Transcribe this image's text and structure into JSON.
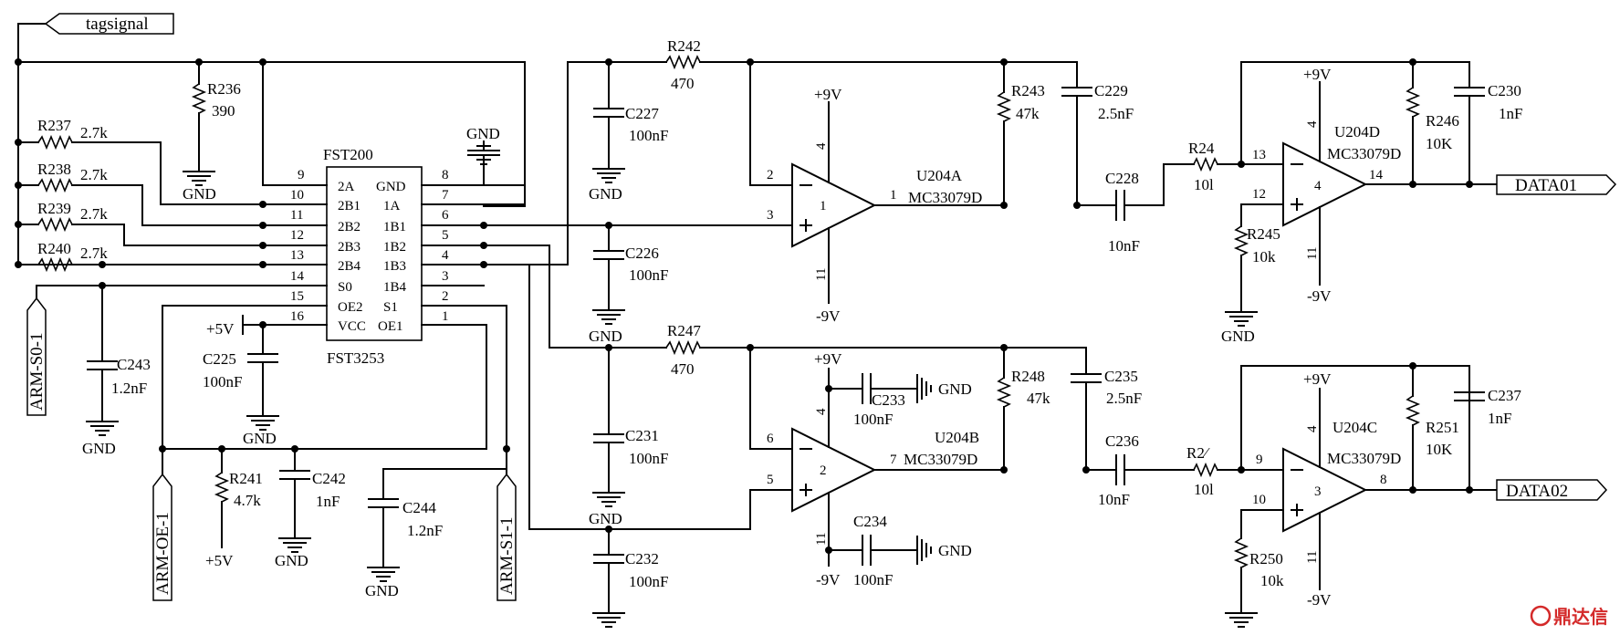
{
  "ports": {
    "tagsignal": "tagsignal",
    "arm_s0": "ARM-S0-1",
    "arm_oe": "ARM-OE-1",
    "arm_s1": "ARM-S1-1",
    "data01": "DATA01",
    "data02": "DATA02"
  },
  "power": {
    "gnd": "GND",
    "p5v": "+5V",
    "p9v": "+9V",
    "n9v": "-9V"
  },
  "ic": {
    "name": "FST200",
    "part": "FST3253",
    "pins_left": [
      {
        "num": "9",
        "name": "2A"
      },
      {
        "num": "10",
        "name": "2B1"
      },
      {
        "num": "11",
        "name": "2B2"
      },
      {
        "num": "12",
        "name": "2B3"
      },
      {
        "num": "13",
        "name": "2B4"
      },
      {
        "num": "14",
        "name": "S0"
      },
      {
        "num": "15",
        "name": "OE2"
      },
      {
        "num": "16",
        "name": "VCC"
      }
    ],
    "pins_right": [
      {
        "num": "8",
        "name": "GND"
      },
      {
        "num": "7",
        "name": "1A"
      },
      {
        "num": "6",
        "name": "1B1"
      },
      {
        "num": "5",
        "name": "1B2"
      },
      {
        "num": "4",
        "name": "1B3"
      },
      {
        "num": "3",
        "name": "1B4"
      },
      {
        "num": "2",
        "name": "S1"
      },
      {
        "num": "1",
        "name": "OE1"
      }
    ]
  },
  "resistors": {
    "r236": {
      "ref": "R236",
      "val": "390"
    },
    "r237": {
      "ref": "R237",
      "val": "2.7k"
    },
    "r238": {
      "ref": "R238",
      "val": "2.7k"
    },
    "r239": {
      "ref": "R239",
      "val": "2.7k"
    },
    "r240": {
      "ref": "R240",
      "val": "2.7k"
    },
    "r241": {
      "ref": "R241",
      "val": "4.7k"
    },
    "r242": {
      "ref": "R242",
      "val": "470"
    },
    "r247": {
      "ref": "R247",
      "val": "470"
    },
    "r243": {
      "ref": "R243",
      "val": "47k"
    },
    "r248": {
      "ref": "R248",
      "val": "47k"
    },
    "r24a": {
      "ref": "R24",
      "val": "10l"
    },
    "r24b": {
      "ref": "R2⁄",
      "val": "10l"
    },
    "r245": {
      "ref": "R245",
      "val": "10k"
    },
    "r250": {
      "ref": "R250",
      "val": "10k"
    },
    "r246": {
      "ref": "R246",
      "val": "10K"
    },
    "r251": {
      "ref": "R251",
      "val": "10K"
    }
  },
  "capacitors": {
    "c225": {
      "ref": "C225",
      "val": "100nF"
    },
    "c226": {
      "ref": "C226",
      "val": "100nF"
    },
    "c227": {
      "ref": "C227",
      "val": "100nF"
    },
    "c228": {
      "ref": "C228",
      "val": "10nF"
    },
    "c229": {
      "ref": "C229",
      "val": "2.5nF"
    },
    "c230": {
      "ref": "C230",
      "val": "1nF"
    },
    "c231": {
      "ref": "C231",
      "val": "100nF"
    },
    "c232": {
      "ref": "C232",
      "val": "100nF"
    },
    "c233": {
      "ref": "C233",
      "val": "100nF"
    },
    "c234": {
      "ref": "C234",
      "val": "100nF"
    },
    "c235": {
      "ref": "C235",
      "val": "2.5nF"
    },
    "c236": {
      "ref": "C236",
      "val": "10nF"
    },
    "c237": {
      "ref": "C237",
      "val": "1nF"
    },
    "c242": {
      "ref": "C242",
      "val": "1nF"
    },
    "c243": {
      "ref": "C243",
      "val": "1.2nF"
    },
    "c244": {
      "ref": "C244",
      "val": "1.2nF"
    }
  },
  "opamps": {
    "u204a": {
      "ref": "U204A",
      "part": "MC33079D",
      "unit": "1",
      "in_neg": "2",
      "in_pos": "3",
      "out": "1",
      "vp": "4",
      "vn": "11"
    },
    "u204b": {
      "ref": "U204B",
      "part": "MC33079D",
      "unit": "2",
      "in_neg": "6",
      "in_pos": "5",
      "out": "7",
      "vp": "4",
      "vn": "11"
    },
    "u204d": {
      "ref": "U204D",
      "part": "MC33079D",
      "unit": "4",
      "in_neg": "13",
      "in_pos": "12",
      "out": "14",
      "vp": "4",
      "vn": "11"
    },
    "u204c": {
      "ref": "U204C",
      "part": "MC33079D",
      "unit": "3",
      "in_neg": "9",
      "in_pos": "10",
      "out": "8",
      "vp": "4",
      "vn": "11"
    }
  },
  "watermark": "鼎达信"
}
